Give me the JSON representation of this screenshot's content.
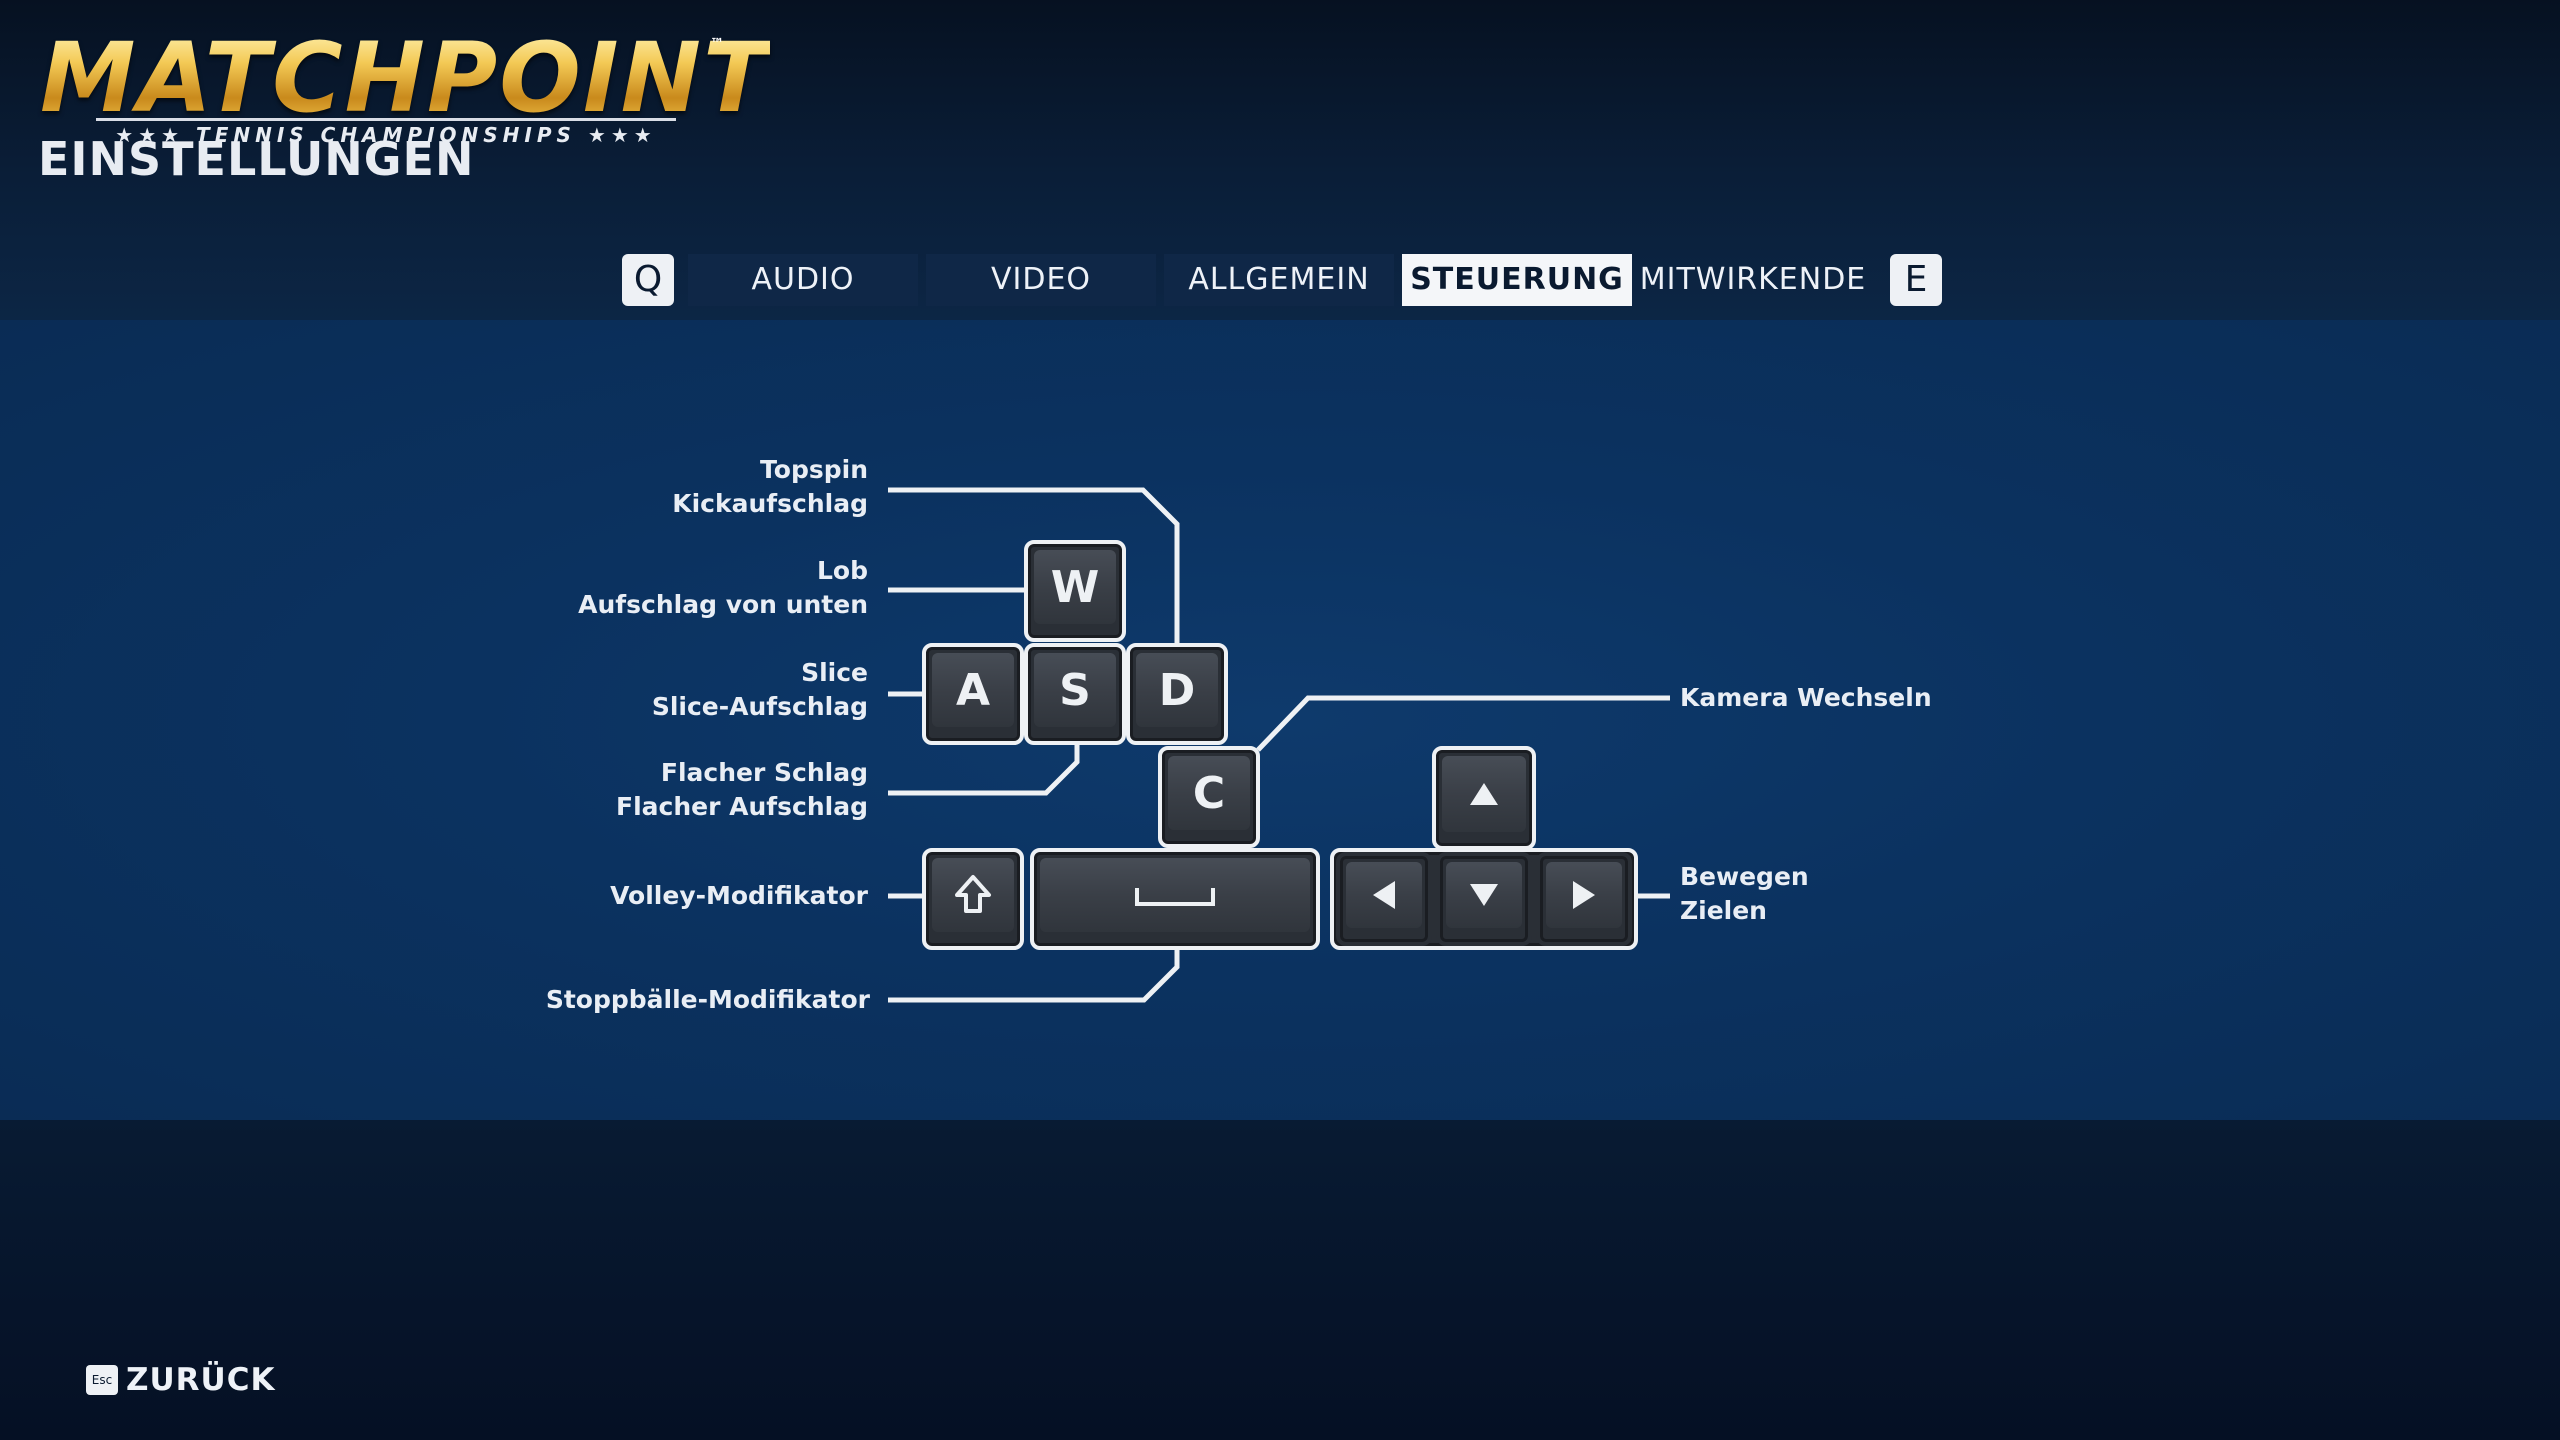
{
  "logo": {
    "word": "MATCHPOINT",
    "tm": "™",
    "subtitle": "★★★ TENNIS CHAMPIONSHIPS ★★★"
  },
  "page_title": "EINSTELLUNGEN",
  "tabs": {
    "prev_hint": "Q",
    "next_hint": "E",
    "items": [
      {
        "label": "AUDIO"
      },
      {
        "label": "VIDEO"
      },
      {
        "label": "ALLGEMEIN"
      },
      {
        "label": "STEUERUNG"
      },
      {
        "label": "MITWIRKENDE"
      }
    ],
    "active": "STEUERUNG"
  },
  "keys": {
    "w": "W",
    "a": "A",
    "s": "S",
    "d": "D",
    "c": "C"
  },
  "bindings": {
    "topspin": [
      "Topspin",
      "Kickaufschlag"
    ],
    "lob": [
      "Lob",
      "Aufschlag von unten"
    ],
    "slice": [
      "Slice",
      "Slice-Aufschlag"
    ],
    "flat": [
      "Flacher Schlag",
      "Flacher Aufschlag"
    ],
    "volley": "Volley-Modifikator",
    "drop": "Stoppbälle-Modifikator",
    "camera": "Kamera Wechseln",
    "move": [
      "Bewegen",
      "Zielen"
    ]
  },
  "footer": {
    "esc_key": "Esc",
    "back_label": "ZURÜCK"
  },
  "colors": {
    "gold": "#e7b53e",
    "panel": "#0b3260",
    "line": "#eef1f4",
    "active_tab": "#f4f6f9"
  }
}
